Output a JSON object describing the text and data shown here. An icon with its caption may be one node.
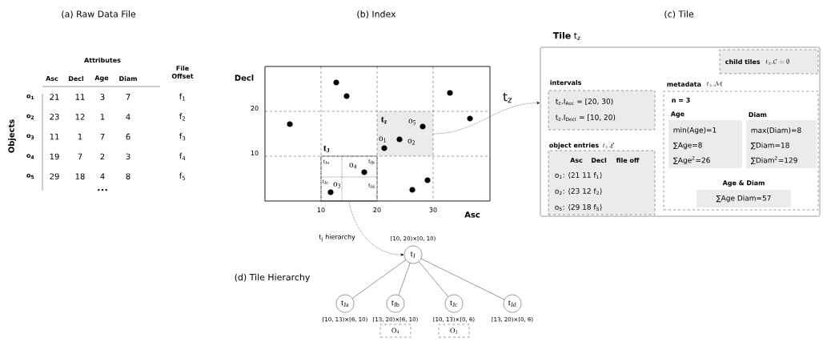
{
  "diagram": {
    "nodes": [
      {
        "text": [
          "t$_{z}$"
        ]
      },
      {
        "text": [
          "t$_{J}$"
        ]
      },
      {
        "text": [
          "t$_{Ja}$"
        ],
        "in": 1
      },
      {
        "text": [
          "t$_{Jb}$"
        ],
        "in": 1
      },
      {
        "text": [
          "t$_{Jc}$"
        ],
        "in": 1
      },
      {
        "text": [
          "t$_{Jd}$"
        ],
        "in": 1
      },
      {
        "text": [
          "**Tile** t$_{z}$"
        ]
      },
      {
        "text": [
          "child tiles",
          "t_{z}.\\mathcal{C} = \\emptyset"
        ],
        "in": 6
      },
      {
        "text": [
          "intervals",
          "t$_{z}$.I$_{Asc}$ = [20, 30)",
          "t$_{z}$.I$_{Decl}$ = [10, 20)"
        ],
        "in": 6
      },
      {
        "text": [
          "object entries",
          "t_{z}.\\mathcal{E}",
          "Asc",
          "Decl",
          "file off",
          "o$_{1}$: ⟨21 11 f$_{1}$⟩",
          "o$_{2}$: ⟨23 12 f$_{2}$⟩",
          "o$_{5}$: ⟨29 18 f$_{5}$⟩"
        ],
        "in": 6
      },
      {
        "text": [
          "metadata",
          "t_{z}.\\mathcal{M}",
          "n = 3"
        ],
        "in": 6
      },
      {
        "text": [
          "Age",
          "min(Age)=1",
          "∑Age=8",
          "∑Age$^{2}$=26"
        ],
        "in": 10
      },
      {
        "text": [
          "Diam",
          "max(Diam)=8",
          "∑Diam=18",
          "∑Diam$^{2}$=129"
        ],
        "in": 10
      },
      {
        "text": [
          "Age & Diam",
          "∑Age Diam=57"
        ],
        "in": 10
      },
      {
        "text": [
          "t$_{J}$"
        ],
        "beside": [
          "[10, 20)×[0, 10)"
        ]
      },
      {
        "text": [
          "t$_{Ja}$"
        ],
        "beside": [
          "[10, 13)×[6, 10)"
        ]
      },
      {
        "text": [
          "t$_{Jb}$"
        ],
        "beside": [
          "[13, 20)×[6, 10)"
        ]
      },
      {
        "text": [
          "t$_{Jc}$"
        ],
        "beside": [
          "[10, 13)×[0, 6)"
        ]
      },
      {
        "text": [
          "t$_{Jd}$"
        ],
        "beside": [
          "[13, 20)×[0, 6)"
        ]
      },
      {
        "text": [
          "O$_{4}$"
        ]
      },
      {
        "text": [
          "O$_{3}$"
        ]
      }
    ],
    "edges": [
      {
        "from": 0,
        "to": 6,
        "arrow": "to",
        "label": "t$_{z}$",
        "style": "dashed"
      },
      {
        "from": 1,
        "to": 14,
        "arrow": "to",
        "label": "t$_{j}$ hierarchy",
        "style": "dashed"
      },
      {
        "from": 14,
        "to": 15,
        "arrow": "none"
      },
      {
        "from": 14,
        "to": 16,
        "arrow": "none"
      },
      {
        "from": 14,
        "to": 17,
        "arrow": "none"
      },
      {
        "from": 14,
        "to": 18,
        "arrow": "none"
      }
    ],
    "labels": [
      "(a) Raw Data File",
      "Attributes",
      "File Offset",
      "Asc",
      "Decl",
      "Age",
      "Diam",
      "Objects",
      "o$_{1}$",
      "21",
      "11",
      "3",
      "7",
      "f$_{1}$",
      "o$_{2}$",
      "23",
      "12",
      "1",
      "4",
      "f$_{2}$",
      "o$_{3}$",
      "11",
      "1",
      "7",
      "6",
      "f$_{3}$",
      "o$_{4}$",
      "19",
      "7",
      "2",
      "3",
      "f$_{4}$",
      "o$_{5}$",
      "29",
      "18",
      "4",
      "8",
      "f$_{5}$",
      "•••",
      "(b) Index",
      "Decl",
      "20",
      "10",
      "10",
      "20",
      "30",
      "Asc",
      "o$_{1}$",
      "o$_{2}$",
      "o$_{5}$",
      "o$_{4}$",
      "o$_{3}$",
      "(c) Tile",
      "(d) Tile Hierarchy"
    ]
  }
}
